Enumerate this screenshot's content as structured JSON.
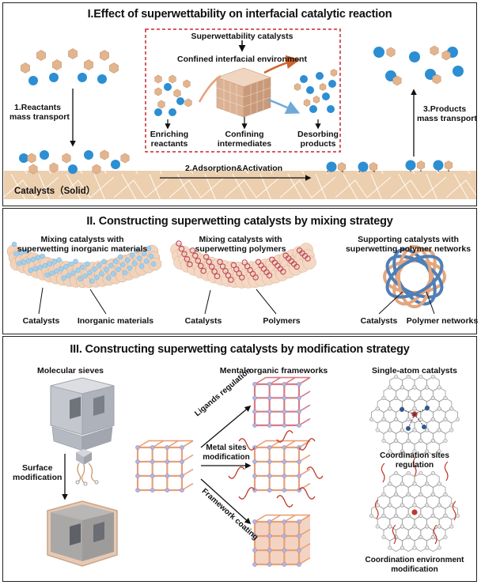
{
  "panel1": {
    "title": "I.Effect of superwettability on interfacial catalytic reaction",
    "box_heading": "Superwettability catalysts",
    "box_subheading": "Confined interfacial environment",
    "enrich": [
      "Enriching",
      "reactants"
    ],
    "confine": [
      "Confining",
      "intermediates"
    ],
    "desorb": [
      "Desorbing",
      "products"
    ],
    "reactants_transport": [
      "1.Reactants",
      "mass transport"
    ],
    "adsorption": "2.Adsorption&Activation",
    "products_transport": [
      "3.Products",
      "mass transport"
    ],
    "catalyst_bar": "Catalysts（Solid）"
  },
  "panel2": {
    "title": "II. Constructing superwetting catalysts by mixing strategy",
    "col1_title": [
      "Mixing catalysts with",
      "superwetting inorganic materials"
    ],
    "col1_labels": [
      "Catalysts",
      "Inorganic materials"
    ],
    "col2_title": [
      "Mixing catalysts with",
      "superwetting polymers"
    ],
    "col2_labels": [
      "Catalysts",
      "Polymers"
    ],
    "col3_title": [
      "Supporting catalysts with",
      "superwetting polymer networks"
    ],
    "col3_labels": [
      "Catalysts",
      "Polymer networks"
    ]
  },
  "panel3": {
    "title": "III. Constructing superwetting catalysts by modification strategy",
    "col1_title": "Molecular sieves",
    "surface_mod": [
      "Surface",
      "modification"
    ],
    "col2_title": "Mental-organic frameworks",
    "ligands": "Ligands regulation",
    "metal_sites": [
      "Metal sites",
      "modification"
    ],
    "framework_coating": "Framework coating",
    "col3_title": "Single-atom catalysts",
    "coord_sites": [
      "Coordination sites",
      "regulation"
    ],
    "coord_env": [
      "Coordination environment",
      "modification"
    ]
  },
  "colors": {
    "hex": "#e3b58f",
    "blue": "#2c8ed3",
    "red_dashed": "#c8262b",
    "catalyst_bar": "#eccfae",
    "mof": "#e8a07a",
    "mof_pink": "#d77b86",
    "sieve": "#b9bcc4"
  }
}
